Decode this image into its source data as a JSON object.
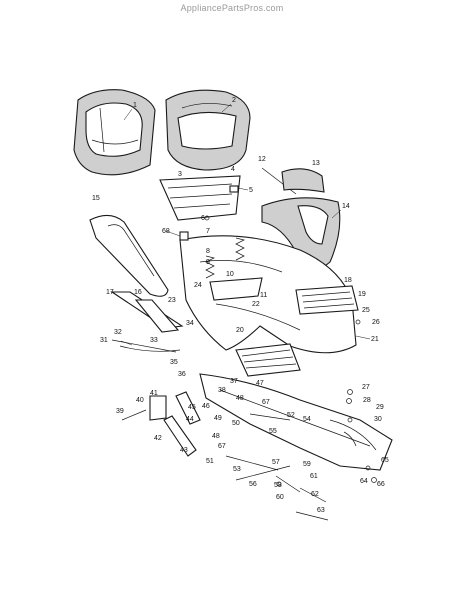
{
  "watermark": "AppliancePartsPros.com",
  "callouts": [
    "1",
    "2",
    "3",
    "4",
    "5",
    "6",
    "7",
    "68",
    "8",
    "9",
    "10",
    "11",
    "12",
    "13",
    "14",
    "15",
    "16",
    "17",
    "18",
    "19",
    "20",
    "21",
    "22",
    "23",
    "24",
    "25",
    "26",
    "27",
    "28",
    "29",
    "30",
    "31",
    "32",
    "33",
    "34",
    "35",
    "36",
    "37",
    "38",
    "39",
    "40",
    "41",
    "42",
    "43",
    "44",
    "45",
    "46",
    "47",
    "48",
    "49",
    "50",
    "51",
    "52",
    "53",
    "54",
    "55",
    "56",
    "57",
    "58",
    "59",
    "60",
    "61",
    "62",
    "63",
    "64",
    "65",
    "66",
    "67"
  ]
}
